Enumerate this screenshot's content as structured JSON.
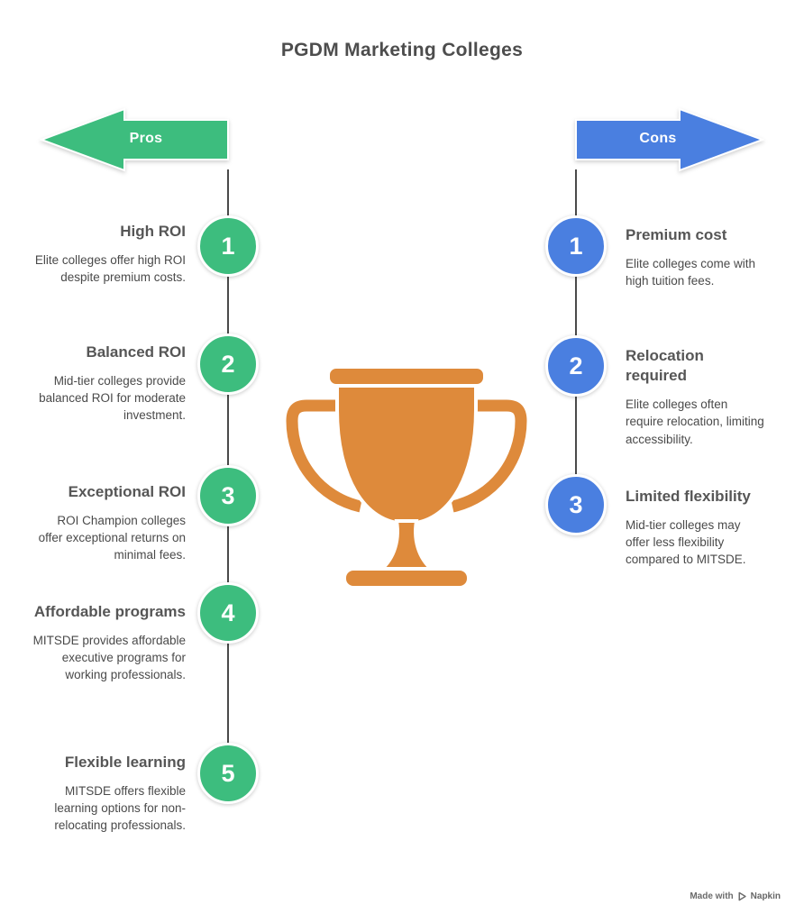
{
  "title": "PGDM Marketing Colleges",
  "pros": {
    "label": "Pros",
    "color": "#3dbd7e",
    "items": [
      {
        "number": "1",
        "heading": "High ROI",
        "description": "Elite colleges offer high ROI despite premium costs."
      },
      {
        "number": "2",
        "heading": "Balanced ROI",
        "description": "Mid-tier colleges provide balanced ROI for moderate investment."
      },
      {
        "number": "3",
        "heading": "Exceptional ROI",
        "description": "ROI Champion colleges offer exceptional returns on minimal fees."
      },
      {
        "number": "4",
        "heading": "Affordable programs",
        "description": "MITSDE provides affordable executive programs for working professionals."
      },
      {
        "number": "5",
        "heading": "Flexible learning",
        "description": "MITSDE offers flexible learning options for non-relocating professionals."
      }
    ]
  },
  "cons": {
    "label": "Cons",
    "color": "#4a7fe0",
    "items": [
      {
        "number": "1",
        "heading": "Premium cost",
        "description": "Elite colleges come with high tuition fees."
      },
      {
        "number": "2",
        "heading": "Relocation required",
        "description": "Elite colleges often require relocation, limiting accessibility."
      },
      {
        "number": "3",
        "heading": "Limited flexibility",
        "description": "Mid-tier colleges may offer less flexibility compared to MITSDE."
      }
    ]
  },
  "center_icon": "trophy-icon",
  "colors": {
    "green": "#3dbd7e",
    "blue": "#4a7fe0",
    "orange": "#de8a3b",
    "heading_text": "#565656",
    "body_text": "#4a4a4a",
    "line": "#4a4a4a",
    "background": "#ffffff"
  },
  "footer": {
    "made_with": "Made with",
    "brand": "Napkin"
  }
}
